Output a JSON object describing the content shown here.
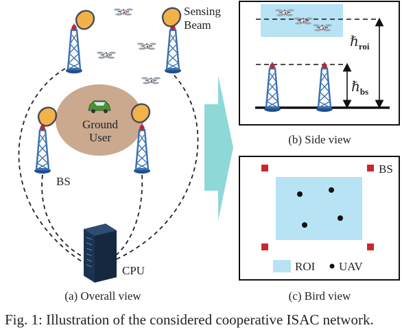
{
  "colors": {
    "tower": "#3a6fb0",
    "tower_dark": "#1f4f8f",
    "tower_top": "#c0262c",
    "beam_fill": "#f2b24a",
    "beam_stroke": "#4a4a55",
    "ground_user": "#caa98f",
    "car": "#4e8f3a",
    "arrow": "#8ed8d8",
    "roi": "#b7e3f4",
    "bs_marker": "#c8272f",
    "uav_dot": "#111111",
    "cpu_body": "#1c3350",
    "link": "#222222"
  },
  "overall": {
    "sensing_beam_line1": "Sensing",
    "sensing_beam_line2": "Beam",
    "ground_user_line1": "Ground",
    "ground_user_line2": "User",
    "bs_label": "BS",
    "cpu_label": "CPU",
    "caption": "(a) Overall view"
  },
  "side": {
    "h_roi_symbol": "ℏ",
    "h_roi_sub": "roi",
    "h_bs_symbol": "ℏ",
    "h_bs_sub": "bs",
    "caption": "(b) Side view"
  },
  "bird": {
    "bs_label": "BS",
    "legend_roi": "ROI",
    "legend_uav": "UAV",
    "caption": "(c) Bird view"
  },
  "figure_caption": "Fig. 1: Illustration of the considered cooperative ISAC network."
}
